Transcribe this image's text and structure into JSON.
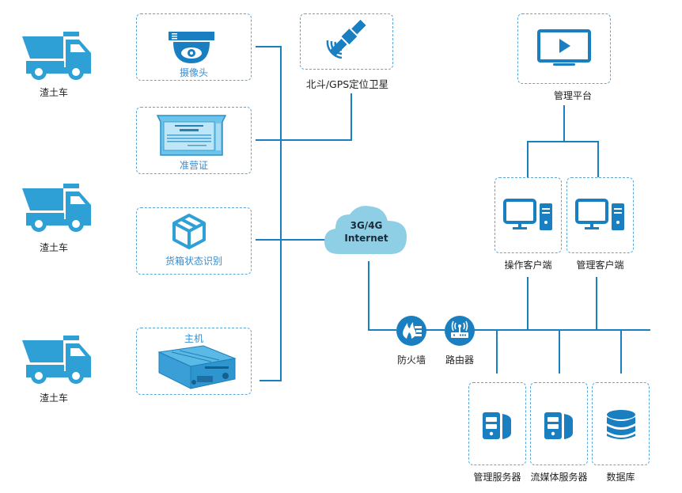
{
  "diagram": {
    "colors": {
      "primary": "#1a7fc1",
      "truck": "#2fa0d5",
      "cloud": "#8ecfe6",
      "dashed_border": "#5aa7d8",
      "label_blue": "#3a8ccf"
    },
    "trucks": [
      {
        "label": "渣土车",
        "icon": "dump-truck-icon"
      },
      {
        "label": "渣土车",
        "icon": "dump-truck-icon"
      },
      {
        "label": "渣土车",
        "icon": "dump-truck-icon"
      }
    ],
    "vehicle_devices": [
      {
        "label": "摄像头",
        "icon": "dome-camera-icon"
      },
      {
        "label": "准营证",
        "icon": "permit-certificate-icon"
      },
      {
        "label": "货箱状态识别",
        "icon": "cargo-box-icon"
      },
      {
        "label": "主机",
        "icon": "host-dvr-icon"
      }
    ],
    "gps": {
      "label": "北斗/GPS定位卫星",
      "icon": "satellite-icon"
    },
    "cloud": {
      "line1": "3G/4G",
      "line2": "Internet",
      "icon": "cloud-icon"
    },
    "network": [
      {
        "label": "防火墙",
        "icon": "firewall-icon"
      },
      {
        "label": "路由器",
        "icon": "router-icon"
      }
    ],
    "platform": {
      "label": "管理平台",
      "icon": "monitor-play-icon"
    },
    "clients": [
      {
        "label": "操作客户端",
        "icon": "desktop-computer-icon"
      },
      {
        "label": "管理客户端",
        "icon": "desktop-computer-icon"
      }
    ],
    "servers": [
      {
        "label": "管理服务器",
        "icon": "server-icon"
      },
      {
        "label": "流媒体服务器",
        "icon": "server-icon"
      },
      {
        "label": "数据库",
        "icon": "database-icon"
      }
    ]
  }
}
